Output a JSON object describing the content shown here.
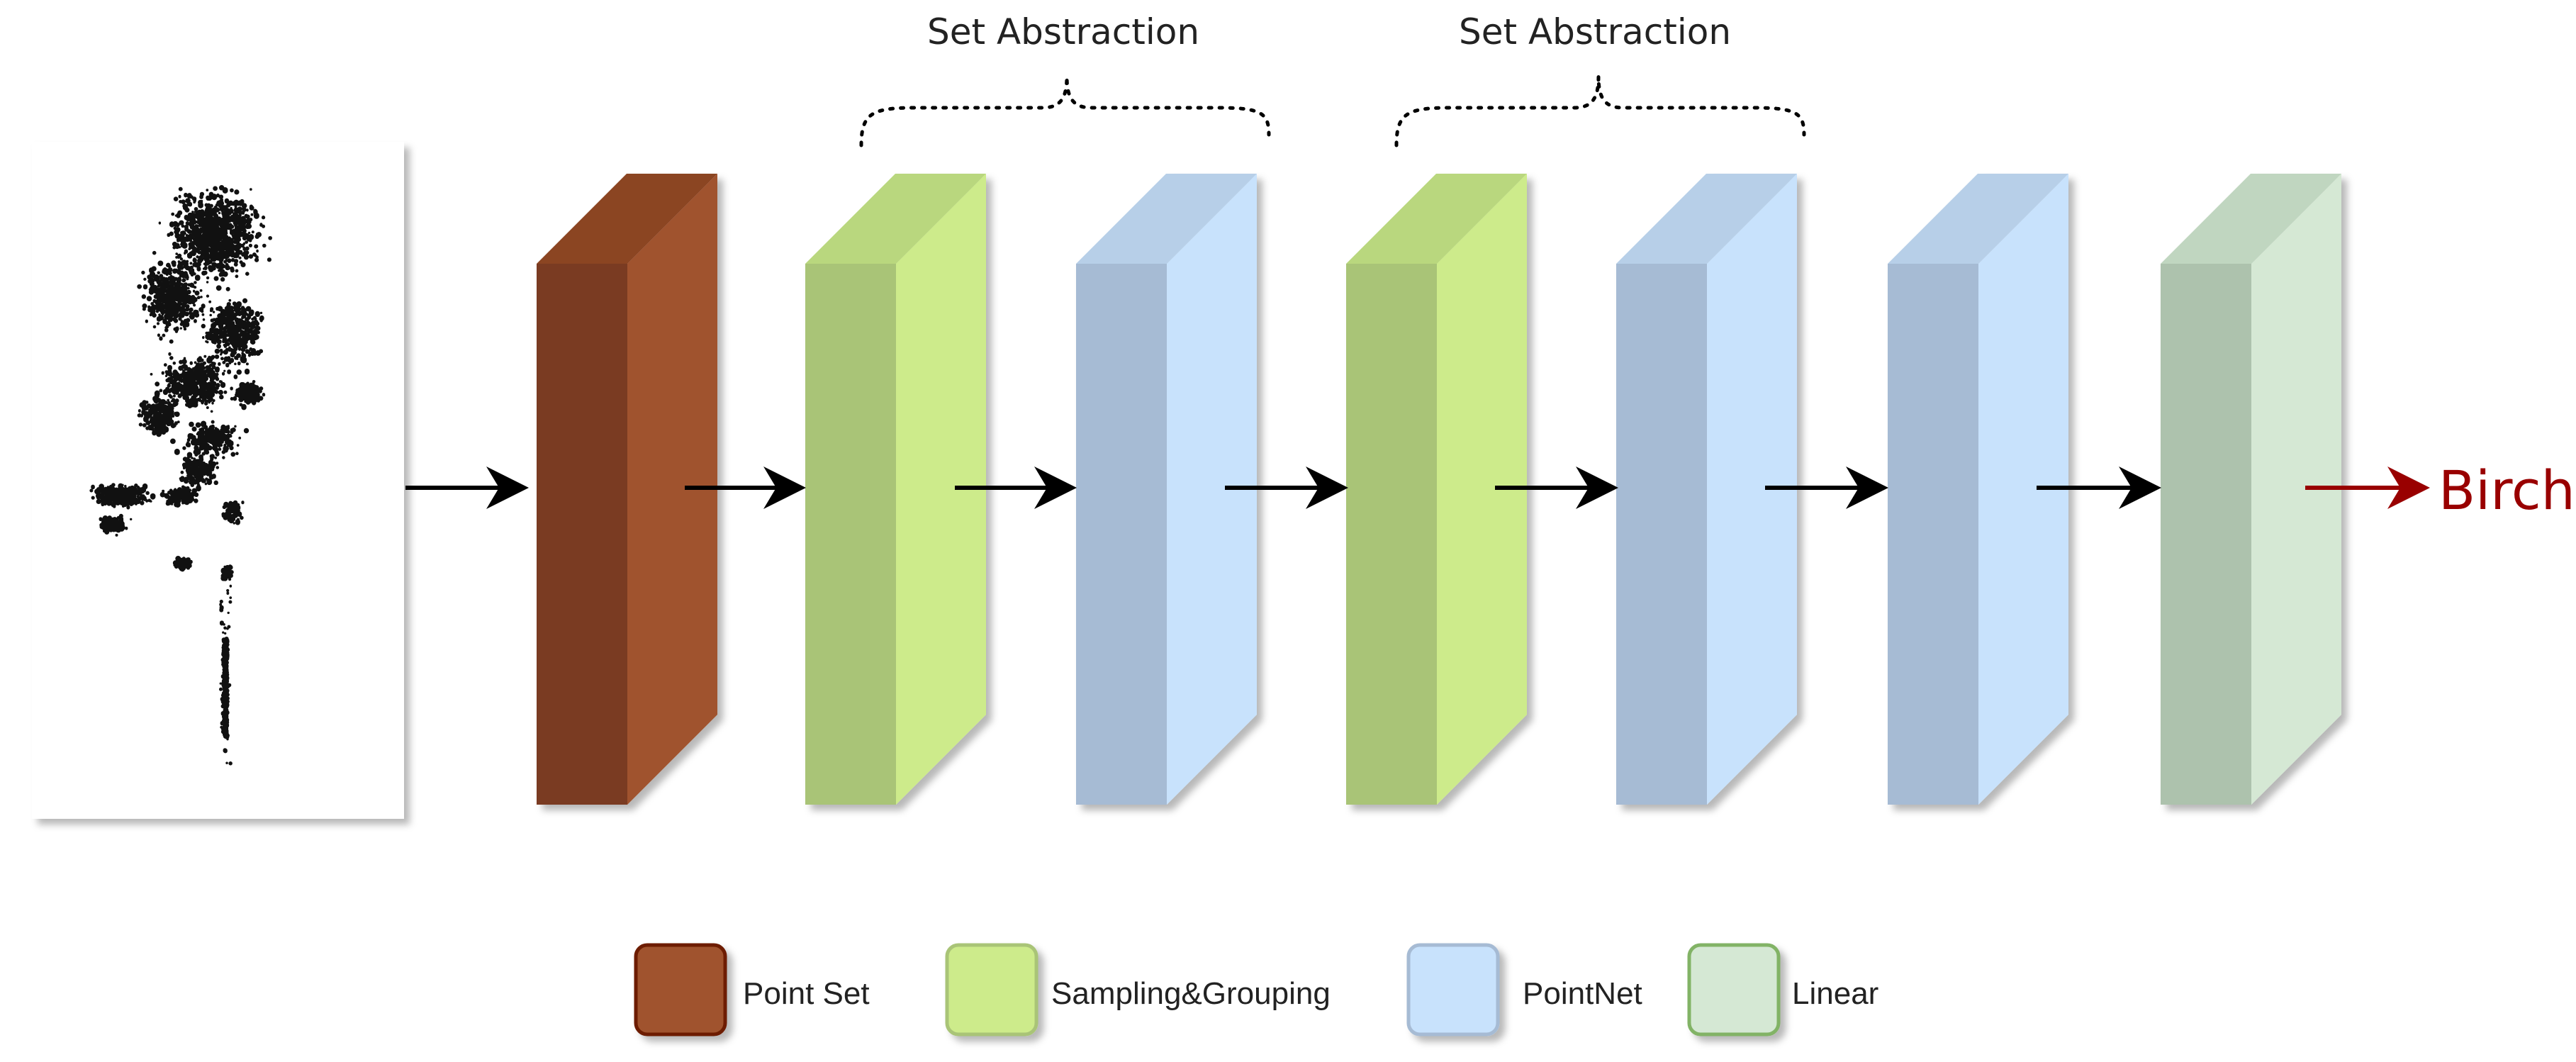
{
  "diagram": {
    "groups": [
      {
        "label": "Set Abstraction"
      },
      {
        "label": "Set Abstraction"
      }
    ],
    "output_label": "Birch",
    "output_color": "#990000",
    "input_image": {
      "name": "tree-point-cloud-image"
    },
    "blocks": [
      {
        "kind": "point_set",
        "front": "#7A3B22",
        "side": "#A0522D",
        "top": "#8B4524"
      },
      {
        "kind": "sampling",
        "front": "#A9C477",
        "side": "#CDEB8B",
        "top": "#B9D77E"
      },
      {
        "kind": "pointnet",
        "front": "#A6BBD4",
        "side": "#C8E2FC",
        "top": "#B7CFE8"
      },
      {
        "kind": "sampling",
        "front": "#A9C477",
        "side": "#CDEB8B",
        "top": "#B9D77E"
      },
      {
        "kind": "pointnet",
        "front": "#A6BBD4",
        "side": "#C8E2FC",
        "top": "#B7CFE8"
      },
      {
        "kind": "pointnet",
        "front": "#A6BBD4",
        "side": "#C8E2FC",
        "top": "#B7CFE8"
      },
      {
        "kind": "linear",
        "front": "#ADC2AD",
        "side": "#D5E8D4",
        "top": "#C0D6C0"
      }
    ],
    "legend": [
      {
        "label": "Point Set",
        "fill": "#A0522D",
        "stroke": "#6D1F00"
      },
      {
        "label": "Sampling&Grouping",
        "fill": "#CDEB8B",
        "stroke": "#A9C477"
      },
      {
        "label": "PointNet",
        "fill": "#C8E2FC",
        "stroke": "#A6BBD4"
      },
      {
        "label": "Linear",
        "fill": "#D5E8D4",
        "stroke": "#82B366"
      }
    ]
  }
}
